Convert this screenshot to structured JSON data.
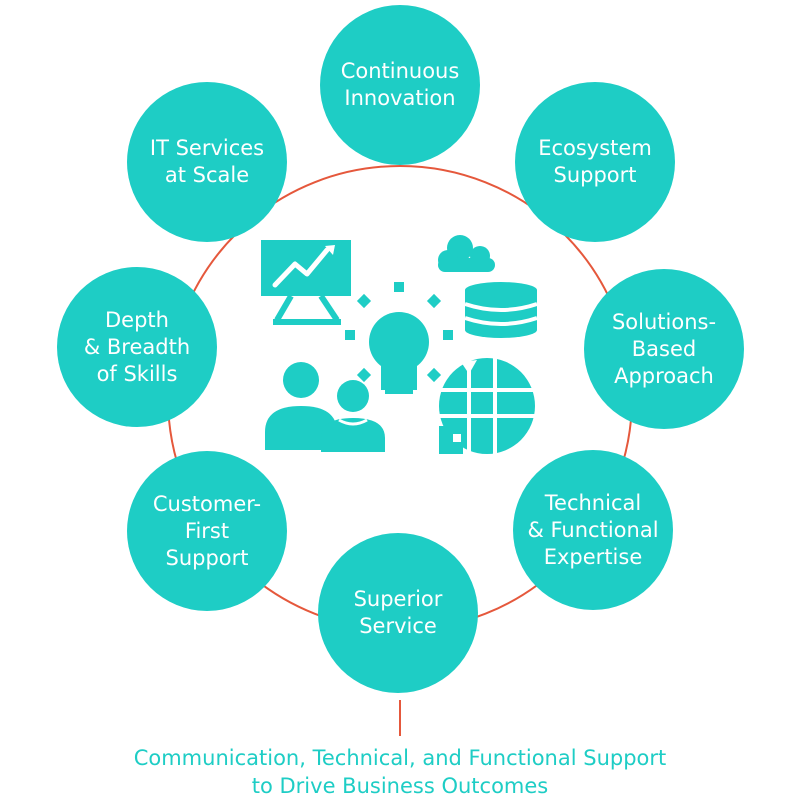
{
  "colors": {
    "circle_fill": "#1ecdc5",
    "ring_line": "#e5583c",
    "caption_text": "#1ecdc5"
  },
  "nodes": [
    {
      "key": "continuous-innovation",
      "label": "Continuous\nInnovation"
    },
    {
      "key": "ecosystem-support",
      "label": "Ecosystem\nSupport"
    },
    {
      "key": "solutions-based-approach",
      "label": "Solutions-\nBased\nApproach"
    },
    {
      "key": "technical-functional-expertise",
      "label": "Technical\n& Functional\nExpertise"
    },
    {
      "key": "superior-service",
      "label": "Superior\nService"
    },
    {
      "key": "customer-first-support",
      "label": "Customer-\nFirst\nSupport"
    },
    {
      "key": "depth-breadth-skills",
      "label": "Depth\n& Breadth\nof Skills"
    },
    {
      "key": "it-services-at-scale",
      "label": "IT Services\nat Scale"
    }
  ],
  "center_icons": [
    "presentation-chart-icon",
    "cloud-icon",
    "database-icon",
    "lightbulb-icon",
    "people-icon",
    "globe-icon"
  ],
  "caption": {
    "line1": "Communication, Technical, and Functional Support",
    "line2": "to Drive Business Outcomes"
  }
}
